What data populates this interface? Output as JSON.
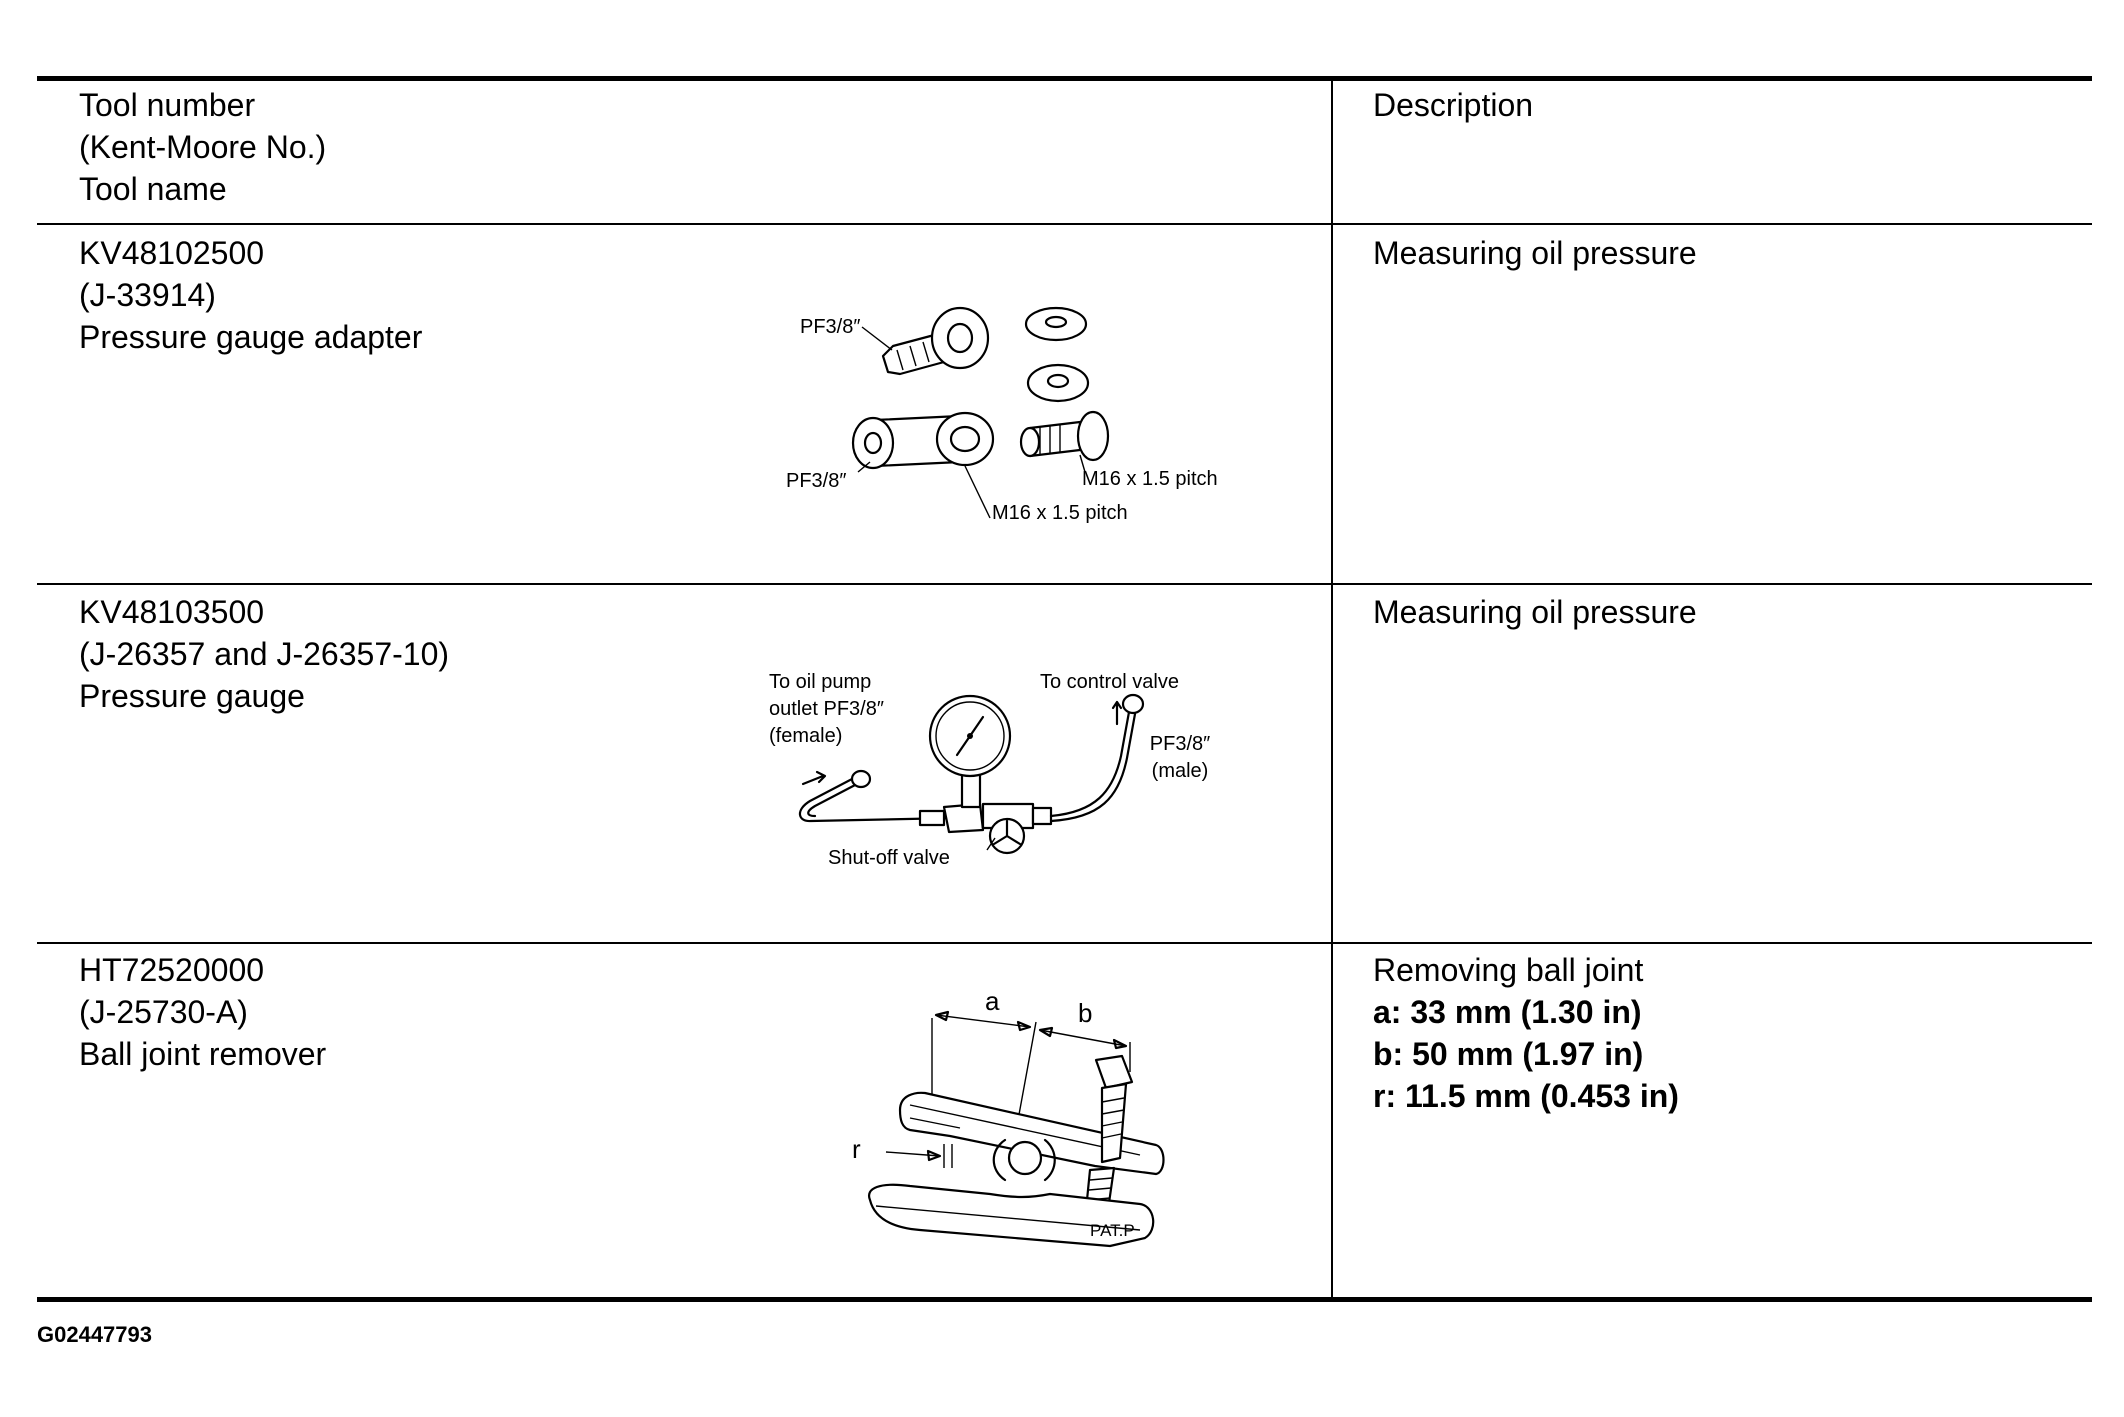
{
  "header": {
    "tool_col": [
      "Tool number",
      "(Kent-Moore No.)",
      "Tool name"
    ],
    "desc_col": "Description"
  },
  "rows": [
    {
      "tool_number": "KV48102500",
      "kent_moore": "(J-33914)",
      "tool_name": "Pressure gauge adapter",
      "description": [
        "Measuring oil pressure"
      ],
      "callouts": [
        "PF3/8″",
        "PF3/8″",
        "M16 x 1.5 pitch",
        "M16 x 1.5 pitch"
      ]
    },
    {
      "tool_number": "KV48103500",
      "kent_moore": "(J-26357 and J-26357-10)",
      "tool_name": "Pressure gauge",
      "description": [
        "Measuring oil pressure"
      ],
      "callouts": [
        "To oil pump",
        "outlet PF3/8″",
        "(female)",
        "To control valve",
        "PF3/8″",
        "(male)",
        "Shut-off valve"
      ]
    },
    {
      "tool_number": "HT72520000",
      "kent_moore": "(J-25730-A)",
      "tool_name": "Ball joint remover",
      "description": [
        "Removing ball joint",
        "a: 33 mm (1.30 in)",
        "b: 50 mm (1.97 in)",
        "r: 11.5 mm (0.453 in)"
      ],
      "callouts": [
        "a",
        "b",
        "r",
        "PAT.P"
      ]
    }
  ],
  "figure_id": "G02447793"
}
